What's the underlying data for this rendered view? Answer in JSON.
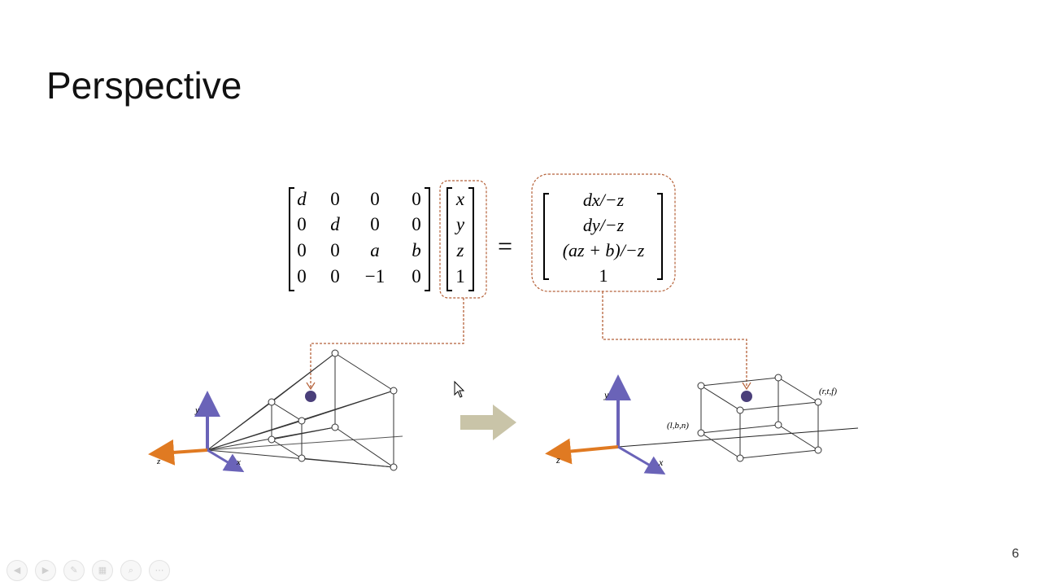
{
  "slide": {
    "title": "Perspective",
    "page_number": "6"
  },
  "matrix": {
    "rows": [
      [
        "d",
        "0",
        "0",
        "0"
      ],
      [
        "0",
        "d",
        "0",
        "0"
      ],
      [
        "0",
        "0",
        "a",
        "b"
      ],
      [
        "0",
        "0",
        "−1",
        "0"
      ]
    ],
    "vector": [
      "x",
      "y",
      "z",
      "1"
    ],
    "equals": "=",
    "result": [
      "dx/−z",
      "dy/−z",
      "(az + b)/−z",
      "1"
    ]
  },
  "diagram": {
    "left_axes": {
      "y": "y",
      "z": "z",
      "x": "x"
    },
    "right_axes": {
      "y": "y",
      "z": "z",
      "x": "x"
    },
    "corner_lbn": "(l,b,n)",
    "corner_rtf": "(r,t,f)"
  },
  "colors": {
    "dashed_highlight": "#b5623a",
    "point": "#4a3f7a",
    "y_axis": "#6a63b8",
    "z_axis": "#e07a22",
    "arrow": "#c9c4a8"
  },
  "toolbar": {
    "icons": [
      "previous-icon",
      "next-icon",
      "pen-icon",
      "slides-icon",
      "zoom-icon",
      "more-icon"
    ]
  }
}
